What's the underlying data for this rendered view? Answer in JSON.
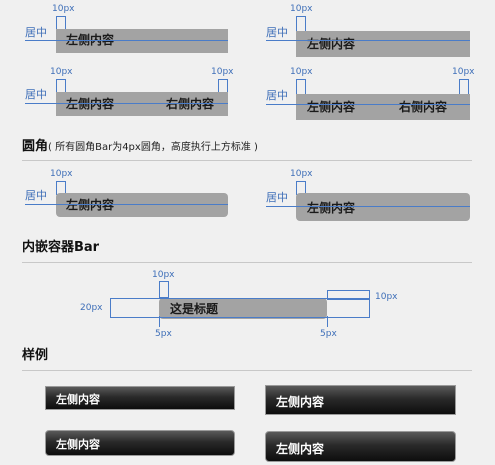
{
  "spacing_10": "10px",
  "spacing_5": "5px",
  "spacing_20": "20px",
  "center_label": "居中",
  "left_content": "左侧内容",
  "right_content": "右侧内容",
  "section_rounded": {
    "title": "圆角",
    "subtitle": "( 所有圆角Bar为4px圆角，高度执行上方标准 )"
  },
  "section_nested": {
    "title": "内嵌容器Bar",
    "bar_text": "这是标题"
  },
  "section_samples": {
    "title": "样例",
    "labels": [
      "左侧内容",
      "左侧内容",
      "左侧内容",
      "左侧内容"
    ]
  },
  "colors": {
    "guide_blue": "#4a7cc8",
    "bar_gray": "#a3a3a3",
    "background": "#f0f0f0",
    "sample_dark": "#1a1a1a"
  }
}
